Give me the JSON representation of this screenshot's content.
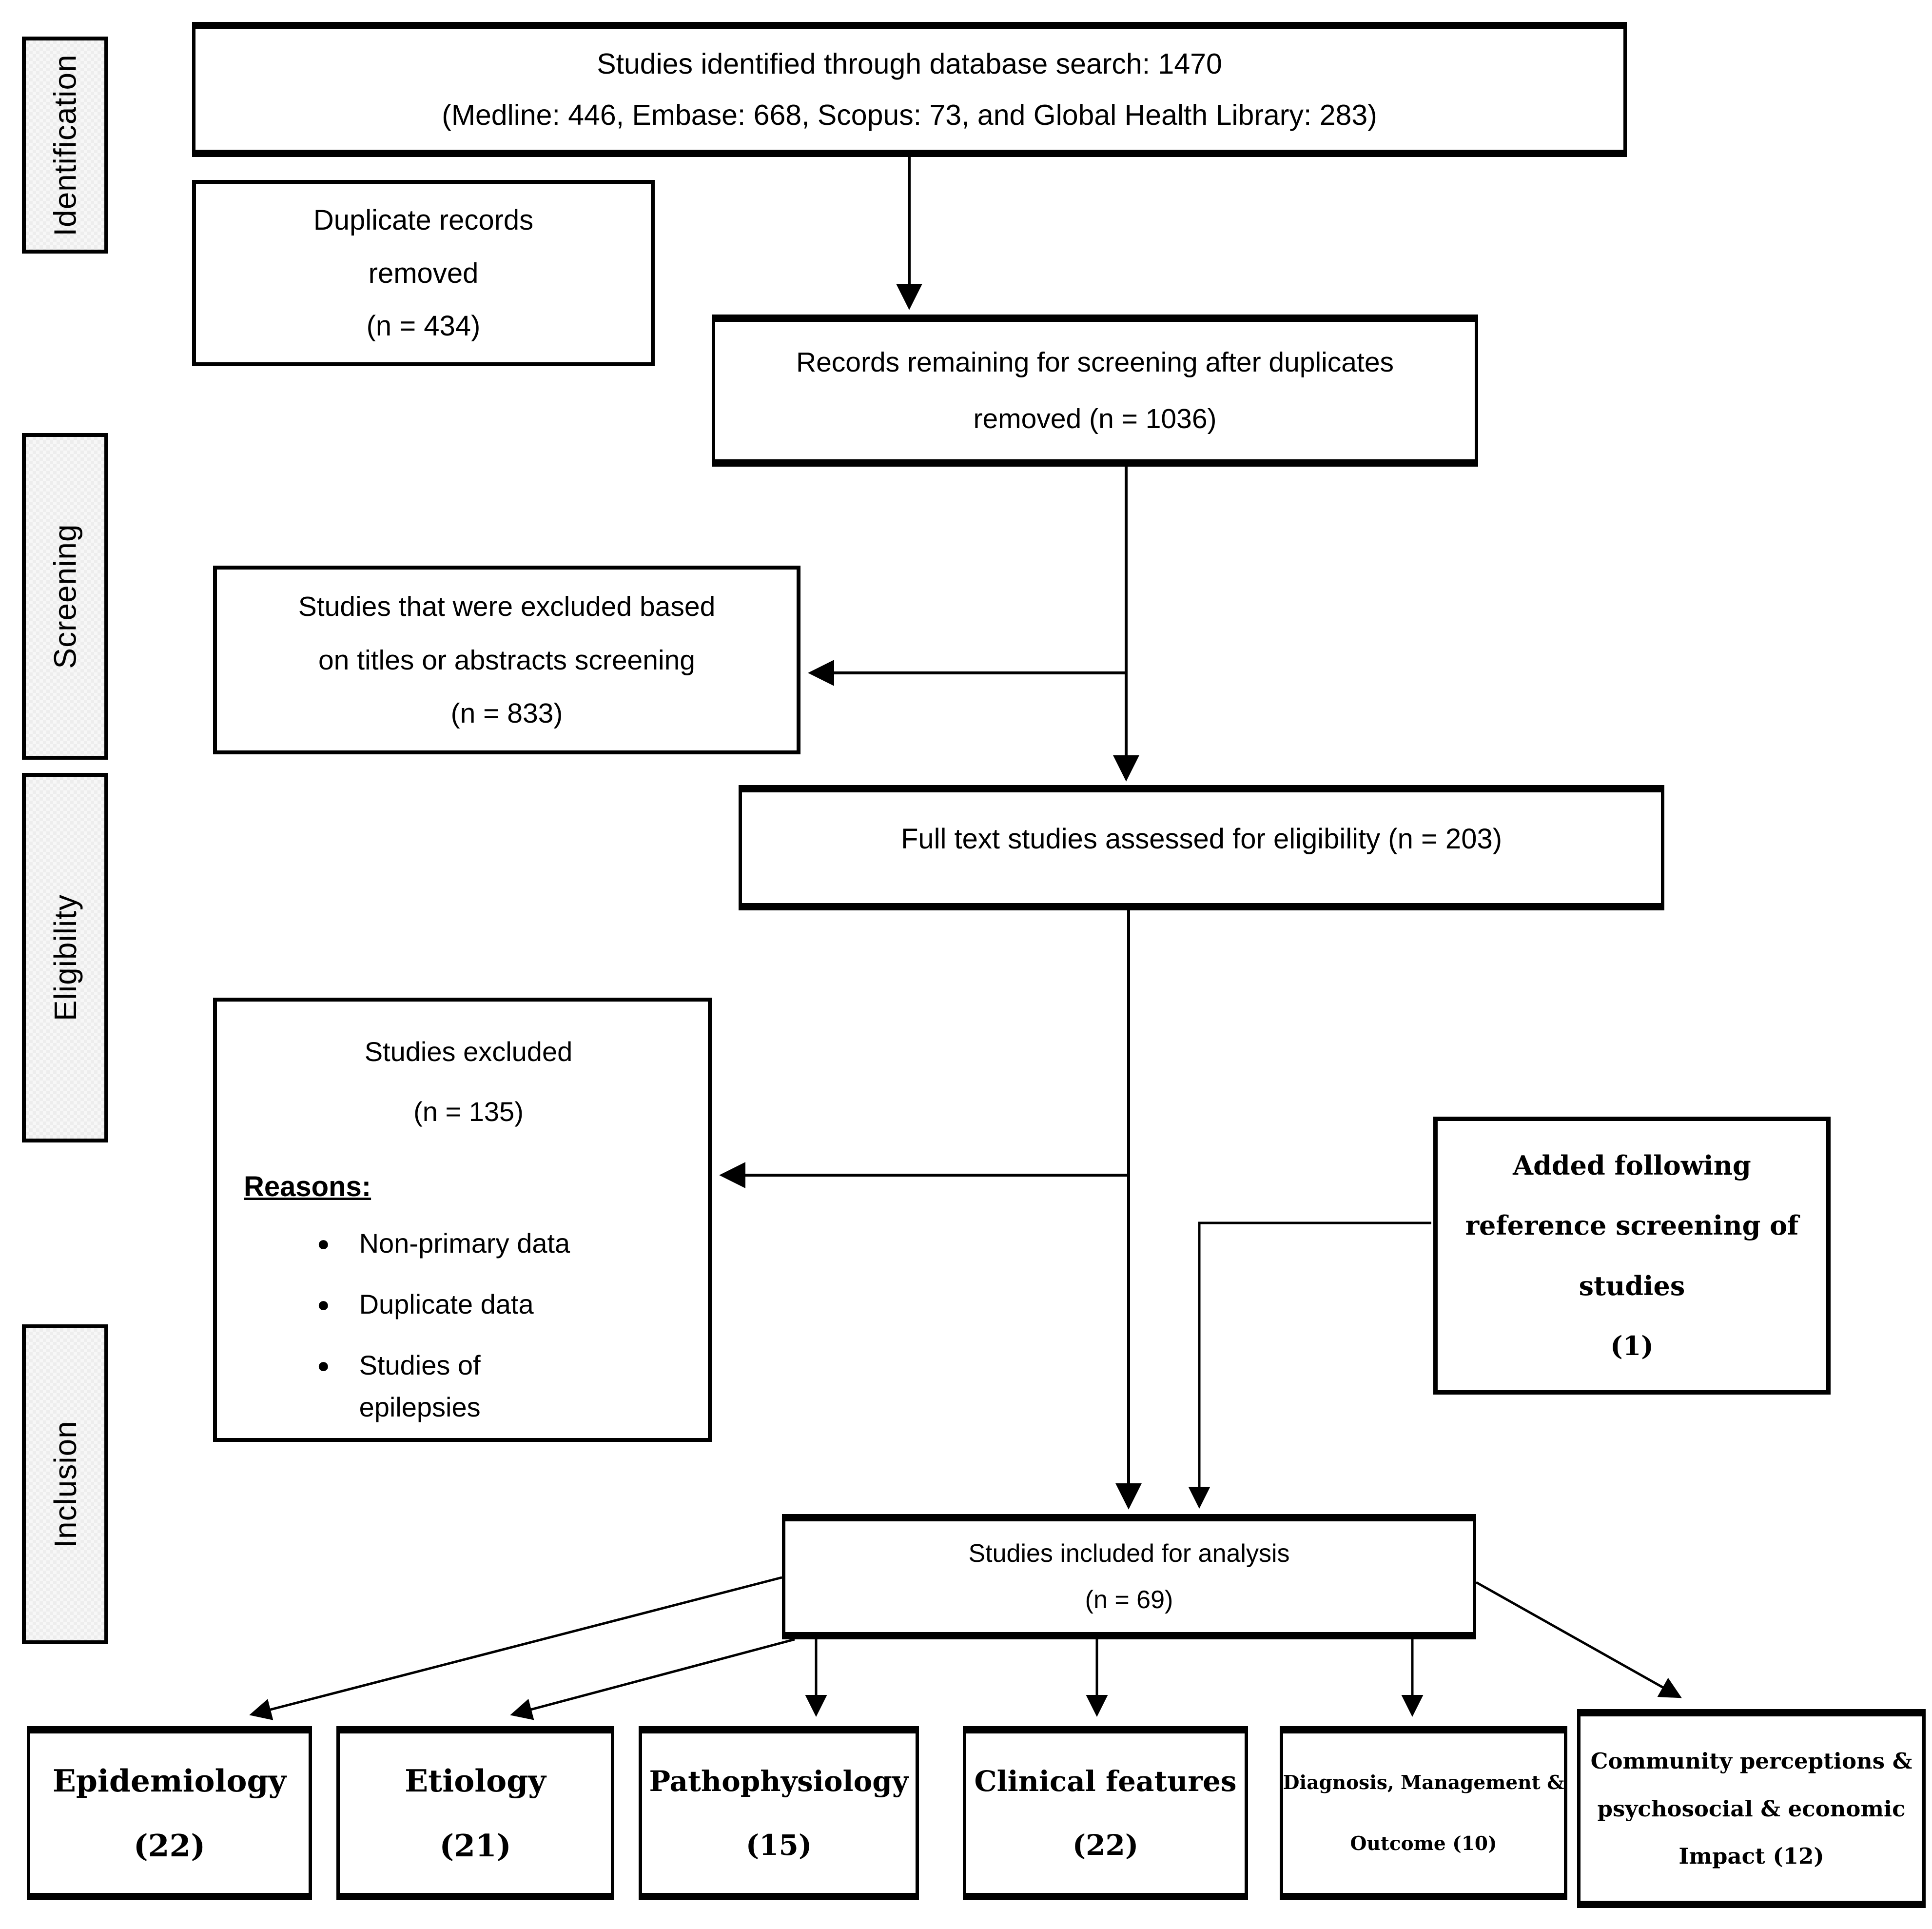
{
  "stages": {
    "identification": "Identification",
    "screening": "Screening",
    "eligibility": "Eligibility",
    "inclusion": "Inclusion"
  },
  "boxes": {
    "identified": {
      "line1": "Studies identified through database search: 1470",
      "line2": "(Medline: 446, Embase: 668, Scopus: 73, and Global Health Library: 283)"
    },
    "duplicates": {
      "line1": "Duplicate records",
      "line2": "removed",
      "line3": "(n = 434)"
    },
    "remaining": {
      "line1": "Records remaining for screening after duplicates",
      "line2": "removed (n = 1036)"
    },
    "title_abstract_excluded": {
      "line1": "Studies that were excluded based",
      "line2": "on titles or abstracts screening",
      "line3": "(n = 833)"
    },
    "fulltext": {
      "line1": "Full text studies assessed for eligibility  (n = 203)"
    },
    "reason_excluded": {
      "title": "Studies excluded",
      "n": "(n = 135)",
      "reasons_label": "Reasons:",
      "reason1": "Non-primary data",
      "reason2": "Duplicate data",
      "reason3": "Studies of epilepsies"
    },
    "added": {
      "line1": "Added following",
      "line2": "reference screening of",
      "line3": "studies",
      "line4": "(1)"
    },
    "included": {
      "line1": "Studies included for analysis",
      "line2": "(n = 69)"
    },
    "categories": [
      {
        "line1": "Epidemiology",
        "line2": "(22)"
      },
      {
        "line1": "Etiology",
        "line2": "(21)"
      },
      {
        "line1": "Pathophysiology",
        "line2": "(15)"
      },
      {
        "line1": "Clinical features",
        "line2": "(22)"
      },
      {
        "line1": "Diagnosis,  Management &",
        "line2": "Outcome  (10)"
      },
      {
        "line1": "Community perceptions &",
        "line2": "psychosocial & economic",
        "line3": "Impact (12)"
      }
    ]
  },
  "colors": {
    "line": "#000000",
    "box_fill": "#ffffff",
    "stage_fill": "#f2f2f2"
  }
}
